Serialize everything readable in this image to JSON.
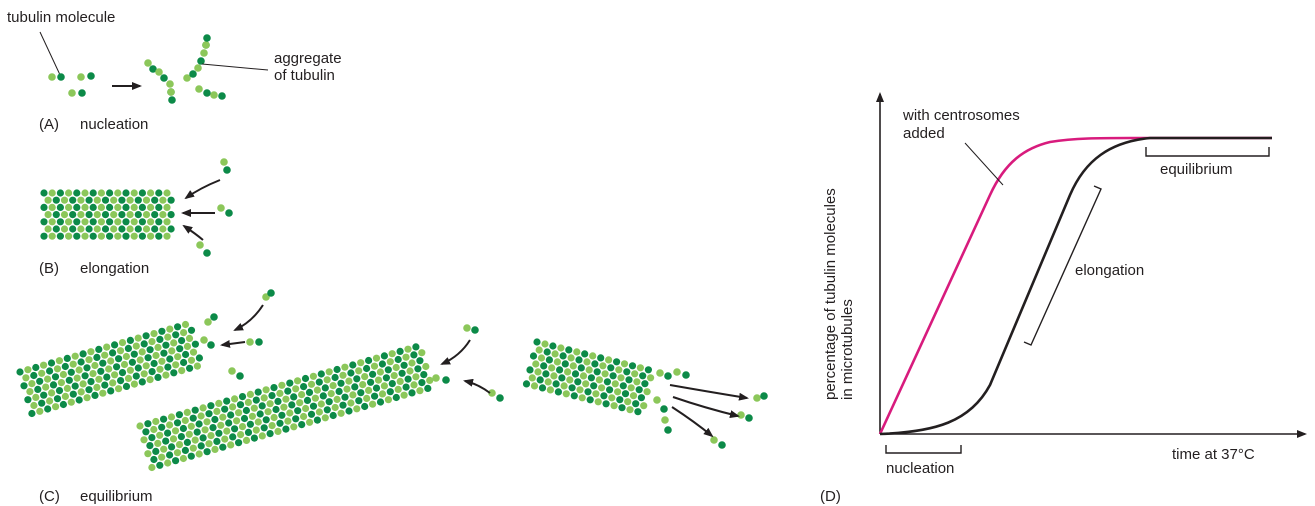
{
  "panel_a": {
    "caption_letter": "(A)",
    "caption": "nucleation",
    "label_molecule": "tubulin molecule",
    "label_aggregate_1": "aggregate",
    "label_aggregate_2": "of tubulin"
  },
  "panel_b": {
    "caption_letter": "(B)",
    "caption": "elongation"
  },
  "panel_c": {
    "caption_letter": "(C)",
    "caption": "equilibrium"
  },
  "panel_d": {
    "caption_letter": "(D)",
    "ylabel_1": "percentage of tubulin molecules",
    "ylabel_2": "in microtubules",
    "xlabel": "time at 37°C",
    "curve_label_1": "with centrosomes",
    "curve_label_2": "added",
    "bracket_equilibrium": "equilibrium",
    "bracket_elongation": "elongation",
    "bracket_nucleation": "nucleation"
  },
  "colors": {
    "tubulin_dark": "#0c8a48",
    "tubulin_light": "#8cc75a",
    "centrosome_curve": "#d81b7d",
    "control_curve": "#231f20"
  }
}
